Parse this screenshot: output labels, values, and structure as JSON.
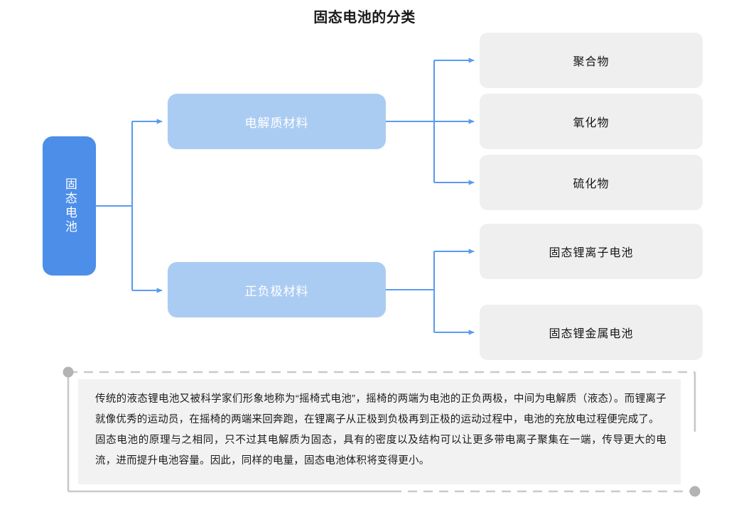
{
  "page": {
    "title": "固态电池的分类",
    "background": "#ffffff"
  },
  "colors": {
    "root_fill": "#4c8ee8",
    "branch_fill": "#abccf2",
    "leaf_fill": "#efeff0",
    "connector": "#5b9bf0",
    "note_panel": "#f2f2f2",
    "note_frame": "#c9c9c9",
    "note_dot": "#b3b3b3",
    "title_text": "#1a1a1a",
    "branch_text": "#ffffff",
    "leaf_text": "#161616"
  },
  "diagram": {
    "type": "tree",
    "root": {
      "label": "固态电池",
      "orientation": "vertical-text"
    },
    "branches": [
      {
        "label": "电解质材料",
        "children": [
          {
            "label": "聚合物"
          },
          {
            "label": "氧化物"
          },
          {
            "label": "硫化物"
          }
        ]
      },
      {
        "label": "正负极材料",
        "children": [
          {
            "label": "固态锂离子电池"
          },
          {
            "label": "固态锂金属电池"
          }
        ]
      }
    ]
  },
  "note": {
    "paragraphs": [
      "传统的液态锂电池又被科学家们形象地称为“摇椅式电池”，摇椅的两端为电池的正负两极，中间为电解质（液态）。而锂离子就像优秀的运动员，在摇椅的两端来回奔跑，在锂离子从正极到负极再到正极的运动过程中，电池的充放电过程便完成了。",
      "固态电池的原理与之相同，只不过其电解质为固态，具有的密度以及结构可以让更多带电离子聚集在一端，传导更大的电流，进而提升电池容量。因此，同样的电量，固态电池体积将变得更小。"
    ]
  }
}
